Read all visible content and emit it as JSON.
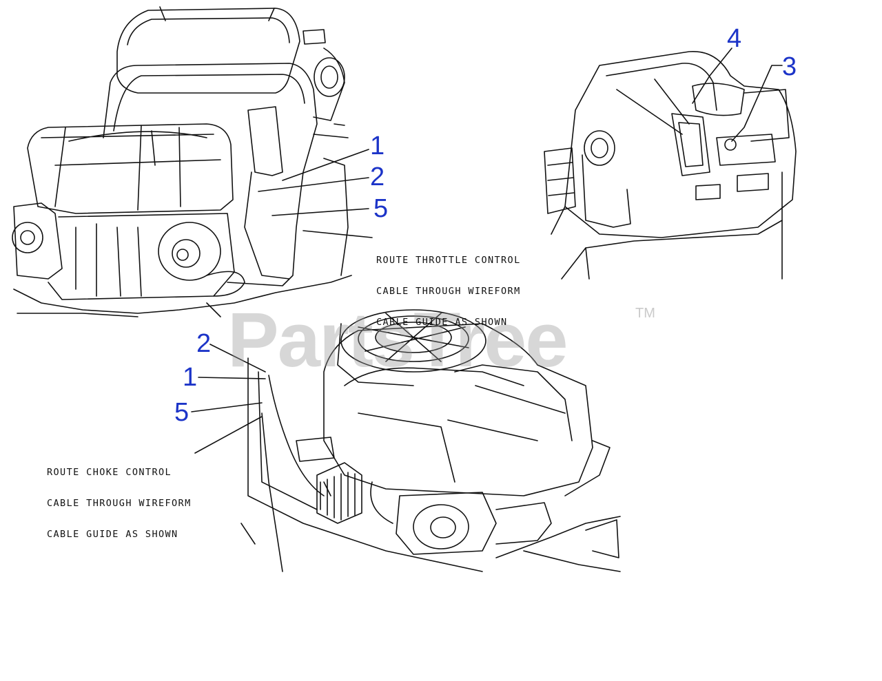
{
  "watermark": {
    "text": "PartsTree",
    "trademark": "TM"
  },
  "callouts": {
    "view1": [
      "1",
      "2",
      "5"
    ],
    "view2": [
      "4",
      "3"
    ],
    "view3": [
      "2",
      "1",
      "5"
    ]
  },
  "notes": {
    "throttle": [
      "ROUTE THROTTLE CONTROL",
      "CABLE THROUGH WIREFORM",
      "CABLE GUIDE AS SHOWN"
    ],
    "choke": [
      "ROUTE CHOKE CONTROL",
      "CABLE THROUGH WIREFORM",
      "CABLE GUIDE AS SHOWN"
    ]
  },
  "colors": {
    "callout": "#1c34c8",
    "line": "#111111",
    "watermark": "#969696"
  }
}
